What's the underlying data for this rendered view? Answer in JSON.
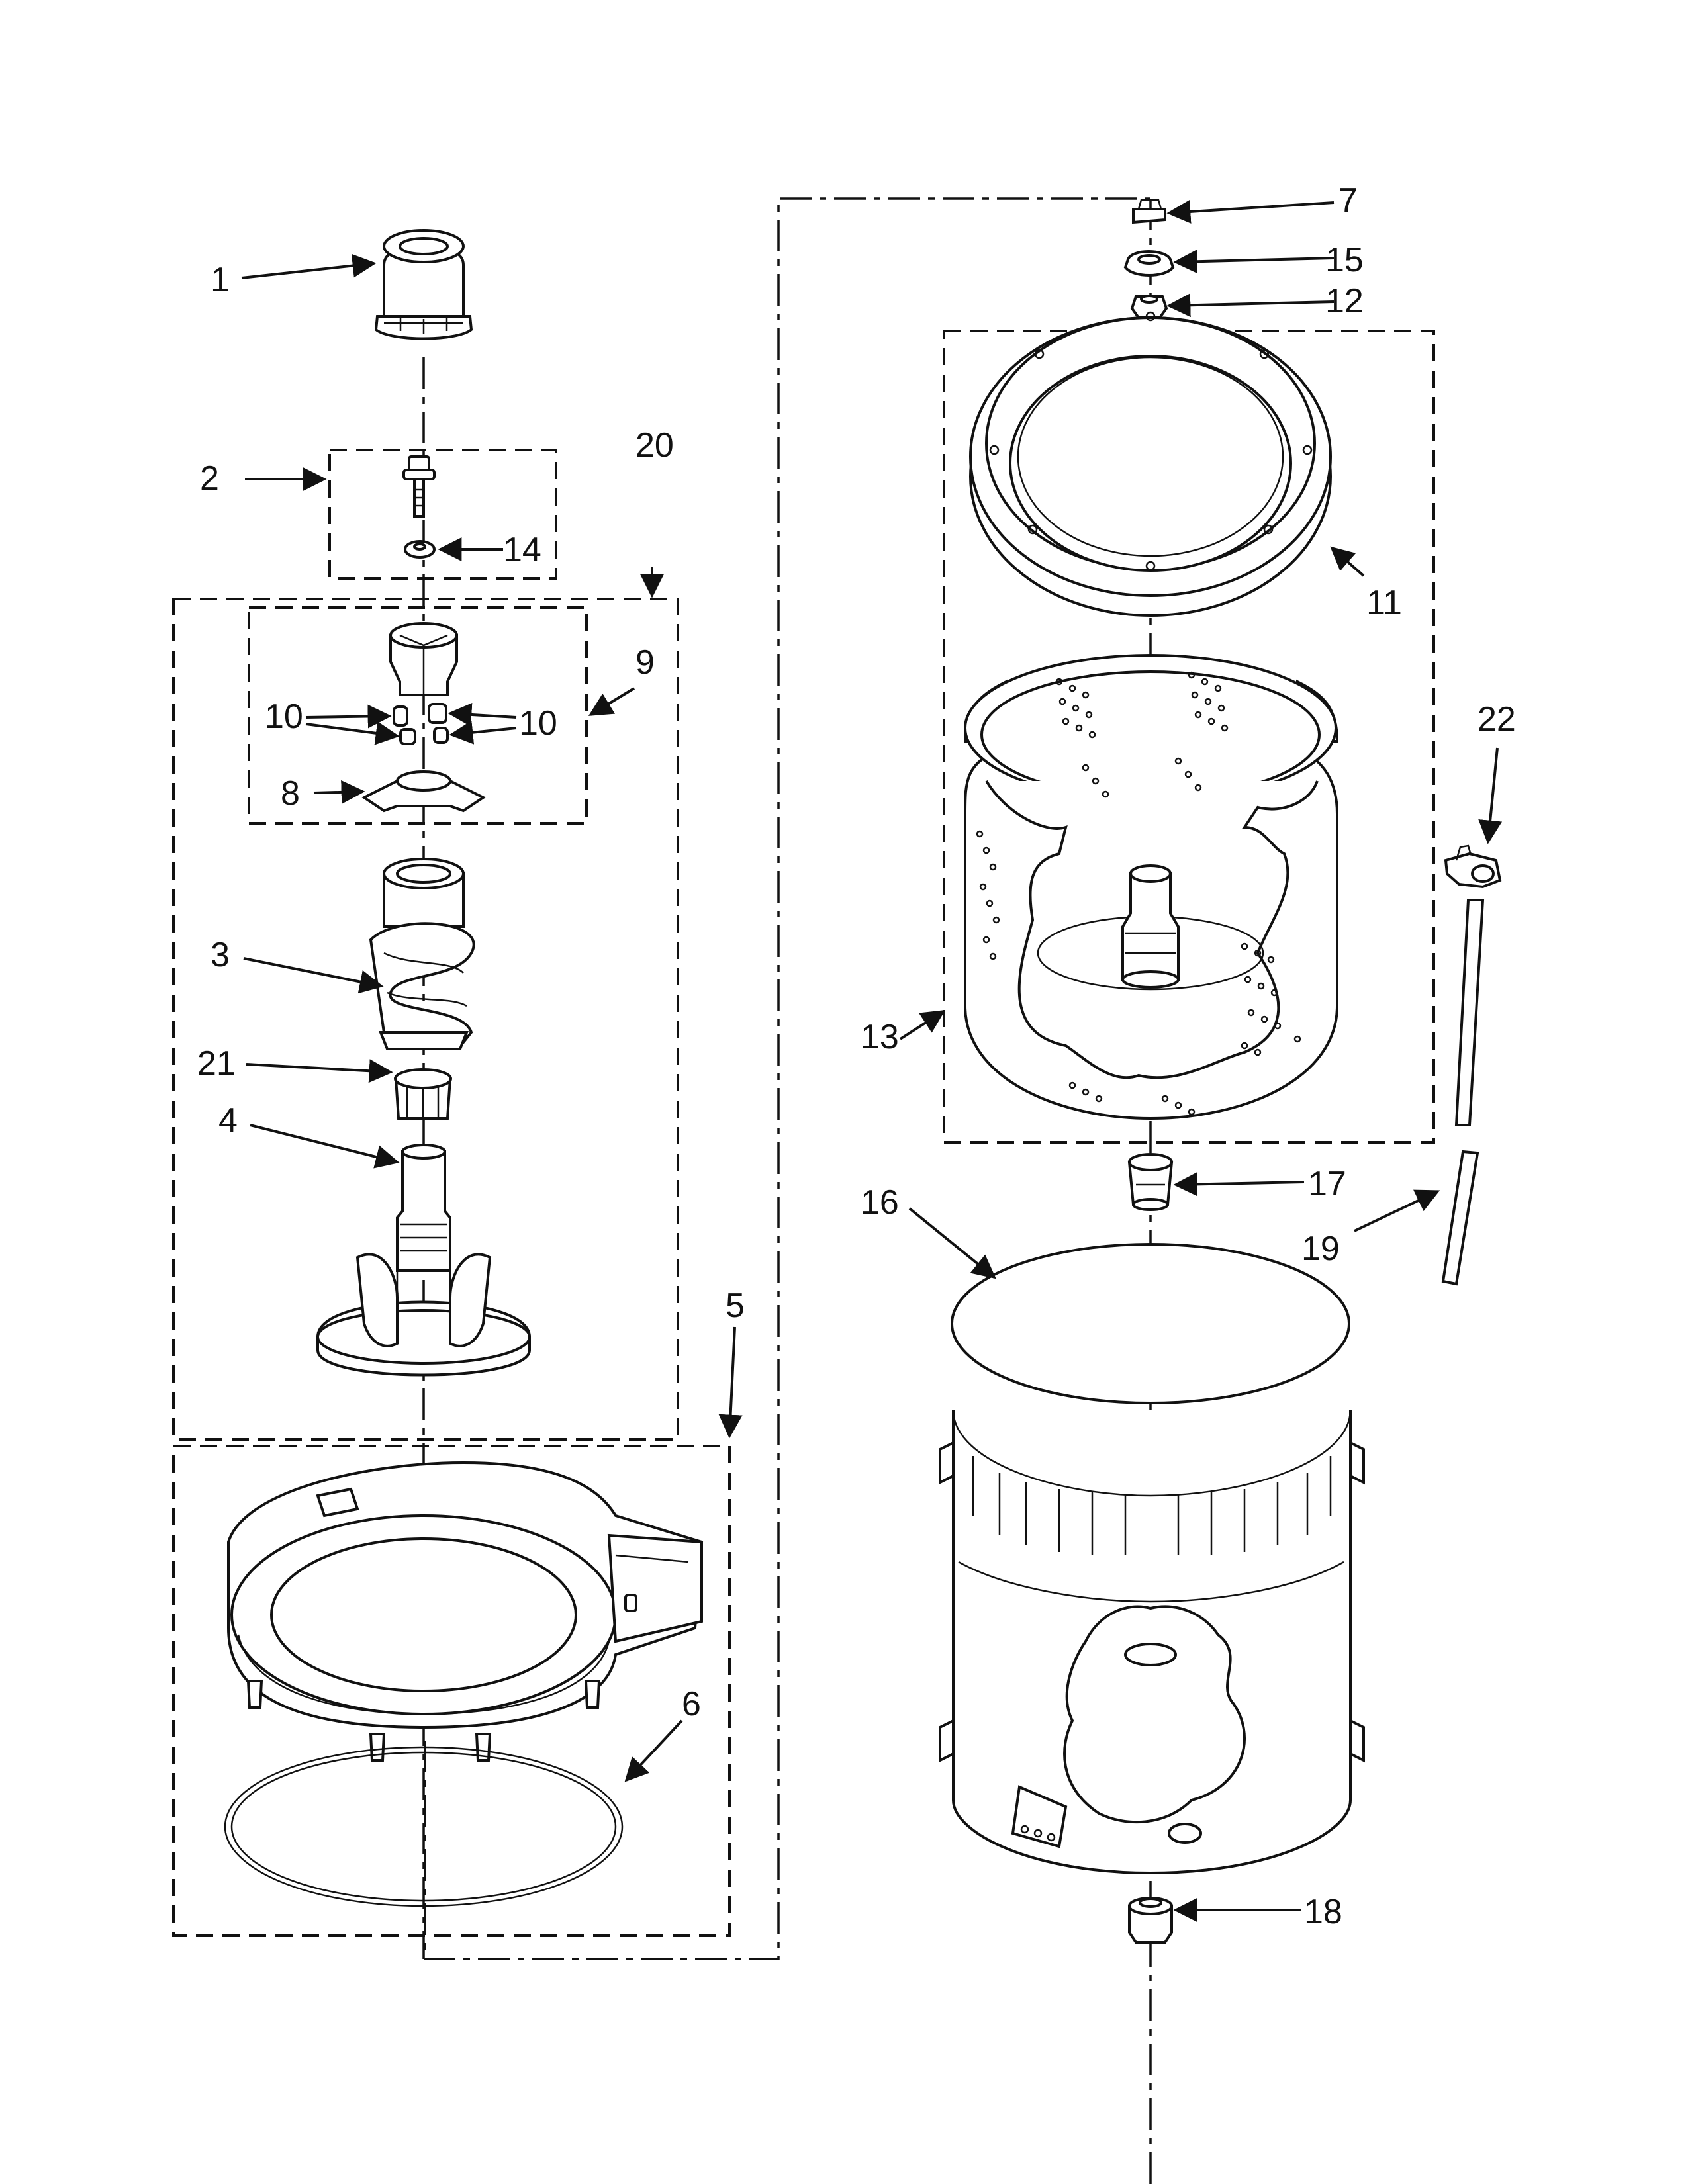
{
  "callouts": {
    "c1": "1",
    "c2": "2",
    "c3": "3",
    "c4": "4",
    "c5": "5",
    "c6": "6",
    "c7": "7",
    "c8": "8",
    "c9": "9",
    "c10a": "10",
    "c10b": "10",
    "c11": "11",
    "c12": "12",
    "c13": "13",
    "c14": "14",
    "c15": "15",
    "c16": "16",
    "c17": "17",
    "c18": "18",
    "c19": "19",
    "c20": "20",
    "c21": "21",
    "c22": "22"
  }
}
